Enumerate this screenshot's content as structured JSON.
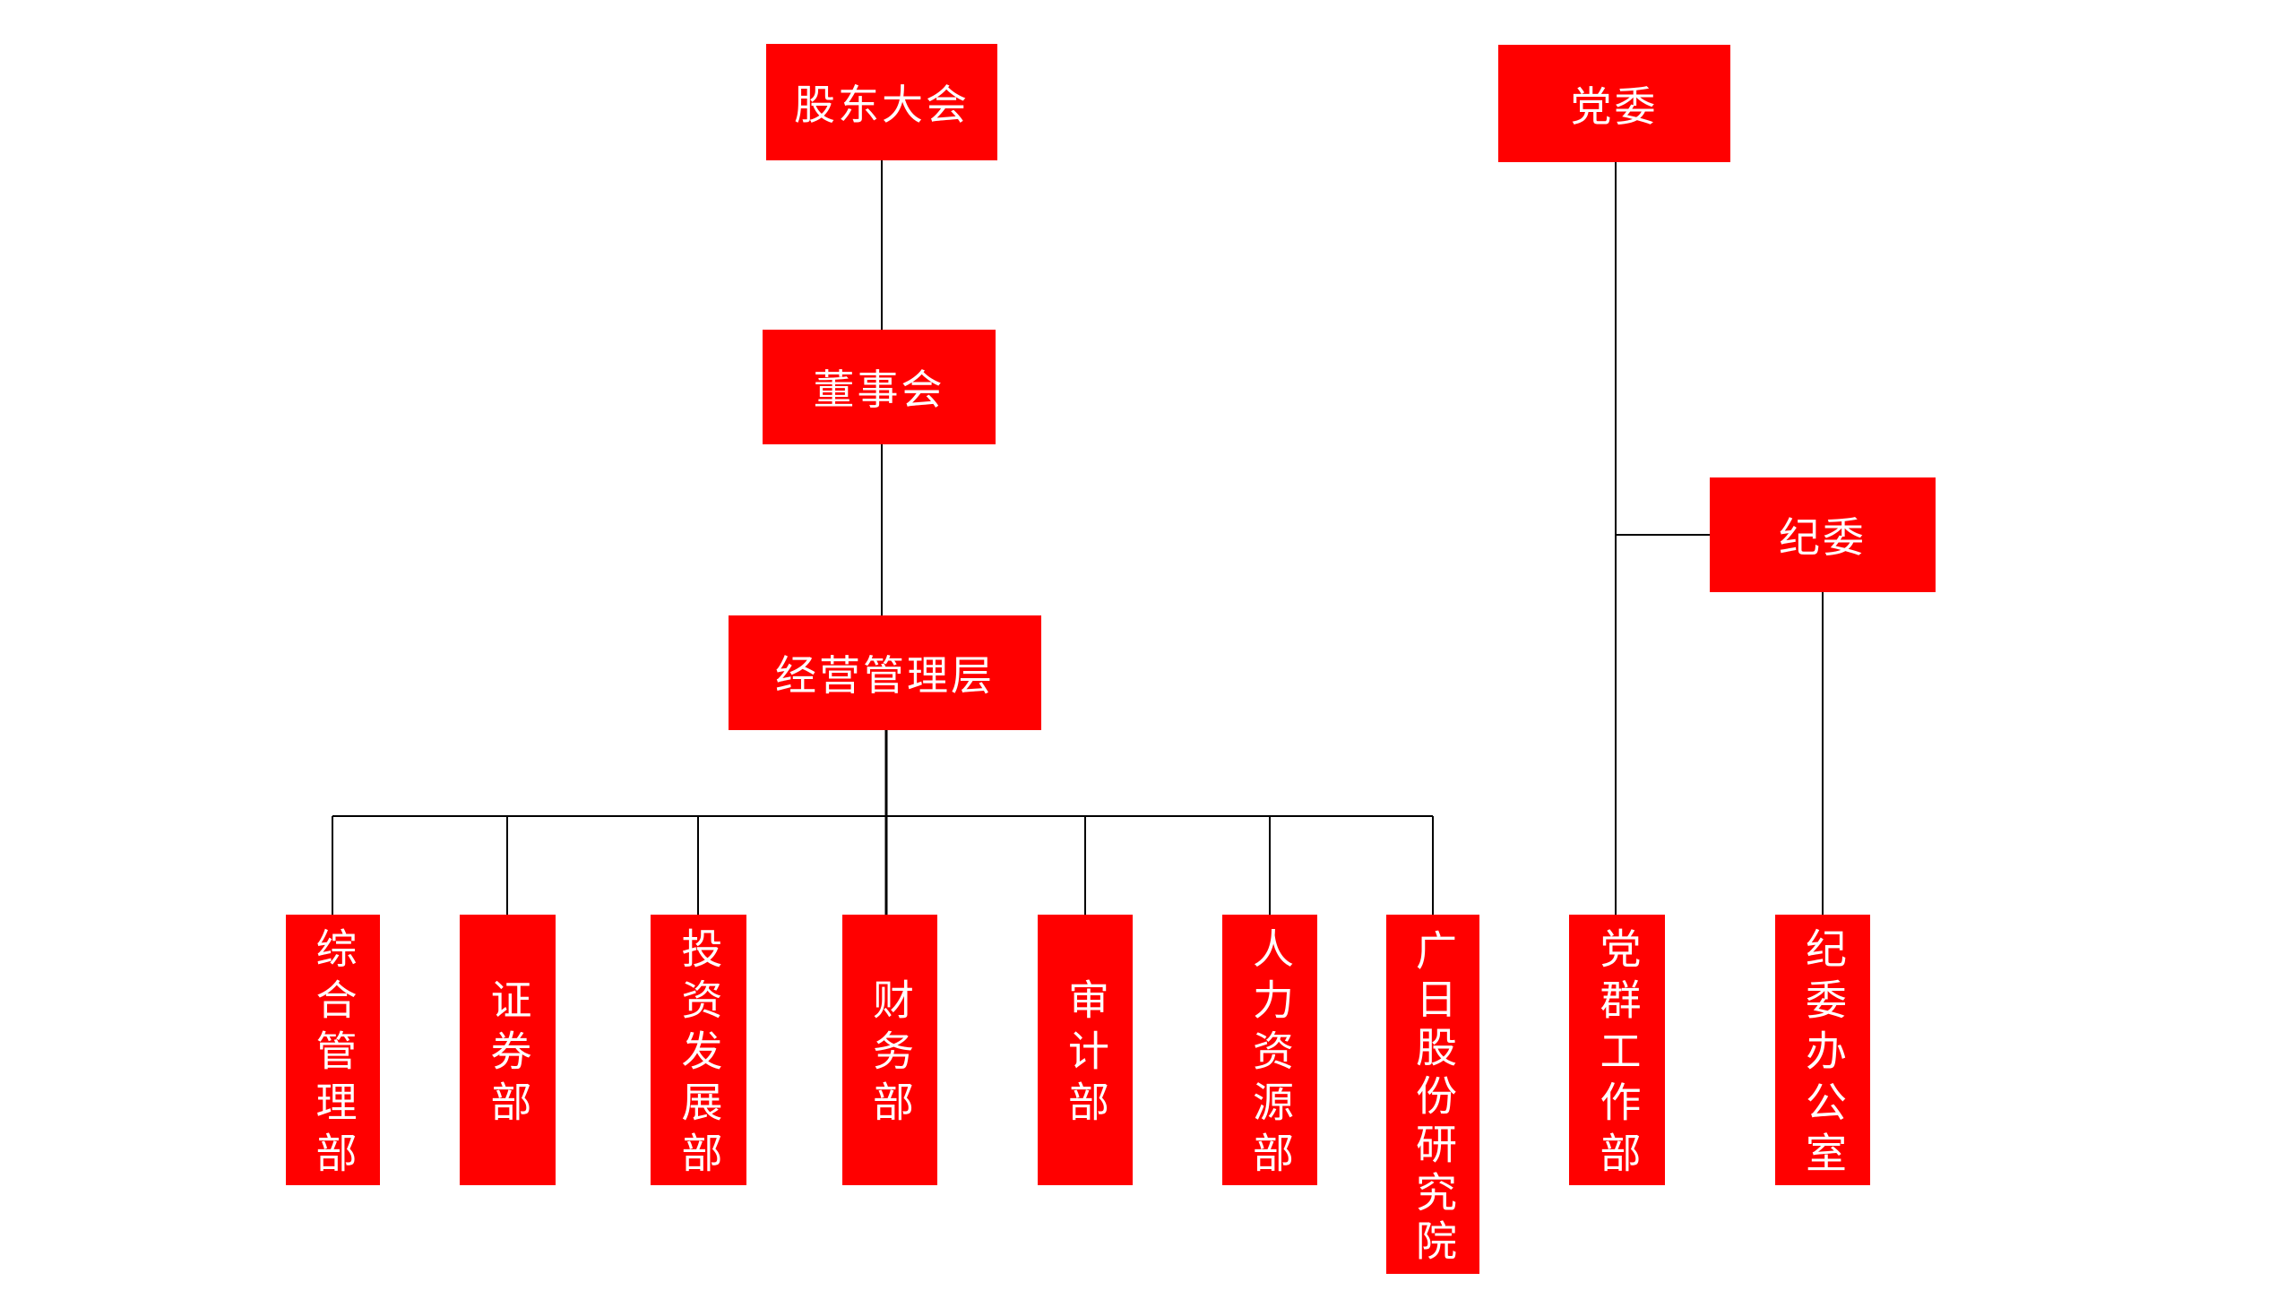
{
  "diagram": {
    "type": "org-chart",
    "background_color": "#ffffff",
    "box_fill_color": "#ff0000",
    "box_text_color": "#ffffff",
    "connector_color": "#000000"
  },
  "nodes": {
    "shareholders_meeting": {
      "label": "股东大会"
    },
    "board_of_directors": {
      "label": "董事会"
    },
    "management_team": {
      "label": "经营管理层"
    },
    "party_committee": {
      "label": "党委"
    },
    "discipline_committee": {
      "label": "纪委"
    },
    "general_admin_dept": {
      "label": "综合管理部"
    },
    "securities_dept": {
      "label": "证券部"
    },
    "investment_dev_dept": {
      "label": "投资发展部"
    },
    "finance_dept": {
      "label": "财务部"
    },
    "audit_dept": {
      "label": "审计部"
    },
    "hr_dept": {
      "label": "人力资源部"
    },
    "guangri_research_institute": {
      "label": "广日股份研究院"
    },
    "party_mass_work_dept": {
      "label": "党群工作部"
    },
    "discipline_office": {
      "label": "纪委办公室"
    }
  },
  "edges": [
    {
      "from": "shareholders_meeting",
      "to": "board_of_directors"
    },
    {
      "from": "board_of_directors",
      "to": "management_team"
    },
    {
      "from": "management_team",
      "to": "general_admin_dept"
    },
    {
      "from": "management_team",
      "to": "securities_dept"
    },
    {
      "from": "management_team",
      "to": "investment_dev_dept"
    },
    {
      "from": "management_team",
      "to": "finance_dept"
    },
    {
      "from": "management_team",
      "to": "audit_dept"
    },
    {
      "from": "management_team",
      "to": "hr_dept"
    },
    {
      "from": "management_team",
      "to": "guangri_research_institute"
    },
    {
      "from": "party_committee",
      "to": "discipline_committee"
    },
    {
      "from": "party_committee",
      "to": "party_mass_work_dept"
    },
    {
      "from": "discipline_committee",
      "to": "discipline_office"
    }
  ]
}
